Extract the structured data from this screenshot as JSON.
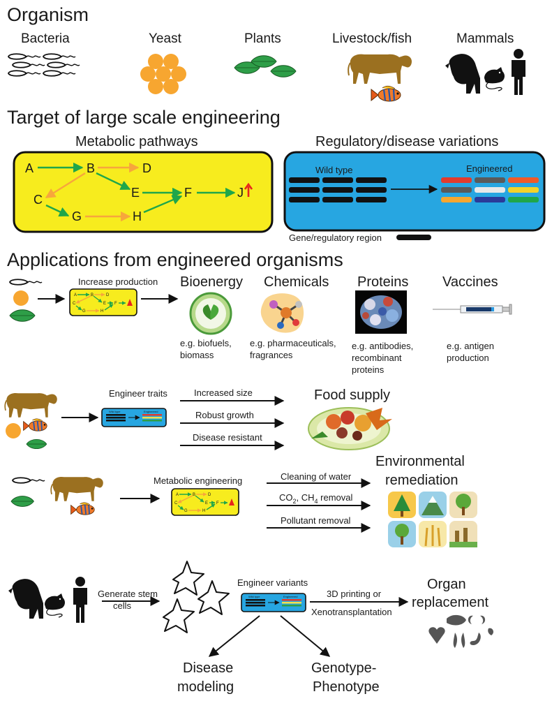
{
  "sections": {
    "organism": "Organism",
    "target": "Target of large scale engineering",
    "applications": "Applications from engineered organisms"
  },
  "organisms": {
    "bacteria": "Bacteria",
    "yeast": "Yeast",
    "plants": "Plants",
    "livestock": "Livestock/fish",
    "mammals": "Mammals"
  },
  "target": {
    "metabolic_title": "Metabolic pathways",
    "regulatory_title": "Regulatory/disease variations",
    "nodes": {
      "A": "A",
      "B": "B",
      "C": "C",
      "D": "D",
      "E": "E",
      "F": "F",
      "G": "G",
      "H": "H",
      "J": "J"
    },
    "wild_type": "Wild type",
    "engineered": "Engineered",
    "gene_legend": "Gene/regulatory region"
  },
  "row1": {
    "increase_production": "Increase production",
    "bioenergy": "Bioenergy",
    "chemicals": "Chemicals",
    "proteins": "Proteins",
    "vaccines": "Vaccines",
    "bio_eg1": "e.g. biofuels,",
    "bio_eg2": "biomass",
    "chem_eg1": "e.g. pharmaceuticals,",
    "chem_eg2": "fragrances",
    "prot_eg1": "e.g. antibodies,",
    "prot_eg2": "recombinant",
    "prot_eg3": "proteins",
    "vac_eg1": "e.g. antigen",
    "vac_eg2": "production"
  },
  "row2": {
    "engineer_traits": "Engineer traits",
    "increased_size": "Increased size",
    "robust_growth": "Robust growth",
    "disease_resistant": "Disease resistant",
    "food_supply": "Food supply"
  },
  "row3": {
    "metabolic_engineering": "Metabolic engineering",
    "cleaning_water": "Cleaning of water",
    "co2_prefix": "CO",
    "co2_sub": "2",
    "ch4_prefix": ", CH",
    "ch4_sub": "4",
    "removal": " removal",
    "pollutant_removal": "Pollutant removal",
    "env1": "Environmental",
    "env2": "remediation"
  },
  "row4": {
    "generate_stem1": "Generate stem",
    "generate_stem2": "cells",
    "engineer_variants": "Engineer variants",
    "printing1": "3D printing or",
    "printing2": "Xenotransplantation",
    "organ1": "Organ",
    "organ2": "replacement",
    "disease1": "Disease",
    "disease2": "modeling",
    "geno1": "Genotype-",
    "geno2": "Phenotype"
  },
  "colors": {
    "yellow_panel": "#f7ec1e",
    "blue_panel": "#27a6e1",
    "green_arrow": "#1fa64a",
    "orange_arrow": "#f7a63c",
    "up_arrow": "#e8251c",
    "cow": "#9b7020",
    "leaf": "#2e9e48",
    "yeast": "#f7a630"
  }
}
